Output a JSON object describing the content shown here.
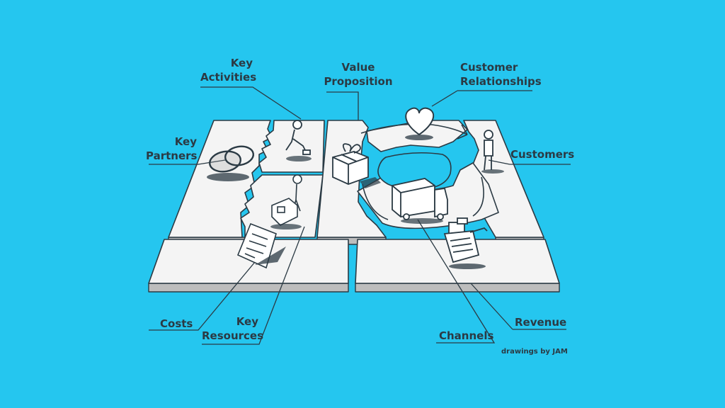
{
  "labels": {
    "key_activities": [
      "Key",
      "Activities"
    ],
    "value_proposition": [
      "Value",
      "Proposition"
    ],
    "customer_relationships": [
      "Customer",
      "Relationships"
    ],
    "key_partners": [
      "Key",
      "Partners"
    ],
    "customers": "Customers",
    "costs": "Costs",
    "key_resources": [
      "Key",
      "Resources"
    ],
    "channels": "Channels",
    "revenue": "Revenue"
  },
  "credit": "drawings by JAM",
  "colors": {
    "background": "#25c6ef",
    "tile_top": "#f4f4f4",
    "tile_side": "#bdbdbd",
    "ink": "#2b3a44"
  }
}
